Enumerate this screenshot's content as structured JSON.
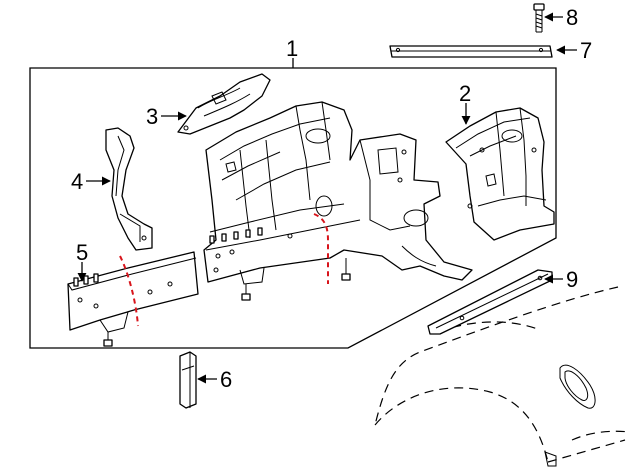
{
  "callouts": {
    "c1": "1",
    "c2": "2",
    "c3": "3",
    "c4": "4",
    "c5": "5",
    "c6": "6",
    "c7": "7",
    "c8": "8",
    "c9": "9"
  },
  "colors": {
    "line": "#000000",
    "cut_line": "#d8141b",
    "background": "#ffffff"
  }
}
